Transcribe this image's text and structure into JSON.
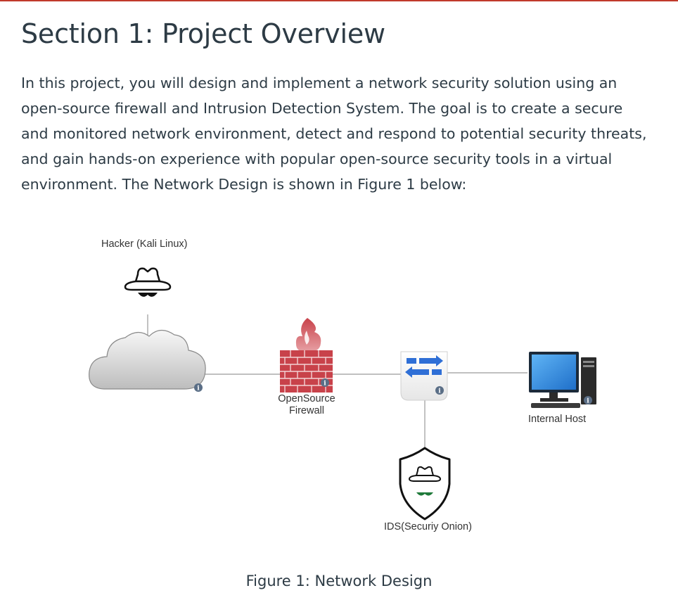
{
  "section": {
    "title": "Section 1: Project Overview",
    "intro": "In this project, you will design and implement a network security solution using an open-source firewall and Intrusion Detection System. The goal is to create a secure and monitored network environment, detect and respond to potential security threats, and gain hands-on experience with popular open-source security tools in a virtual environment. The Network Design is shown in Figure 1 below:"
  },
  "diagram": {
    "nodes": [
      {
        "id": "hacker",
        "label": "Hacker (Kali Linux)",
        "icon": "spy-hat-icon"
      },
      {
        "id": "cloud",
        "label": "",
        "icon": "cloud-icon"
      },
      {
        "id": "firewall",
        "label_line1": "OpenSource",
        "label_line2": "Firewall",
        "icon": "firewall-icon"
      },
      {
        "id": "switch",
        "label": "",
        "icon": "switch-icon"
      },
      {
        "id": "host",
        "label": "Internal Host",
        "icon": "desktop-computer-icon"
      },
      {
        "id": "ids",
        "label": "IDS(Securiy Onion)",
        "icon": "shield-spy-icon"
      }
    ],
    "edges": [
      [
        "hacker",
        "cloud"
      ],
      [
        "cloud",
        "firewall"
      ],
      [
        "firewall",
        "switch"
      ],
      [
        "switch",
        "host"
      ],
      [
        "switch",
        "ids"
      ]
    ],
    "caption": "Figure 1: Network Design"
  },
  "colors": {
    "accent_rule": "#c0392b",
    "text": "#2d3b45",
    "brick": "#c8424a",
    "switch_arrow": "#2f6fd6",
    "monitor": "#2b8ae2",
    "info_badge": "#5a6e86"
  }
}
